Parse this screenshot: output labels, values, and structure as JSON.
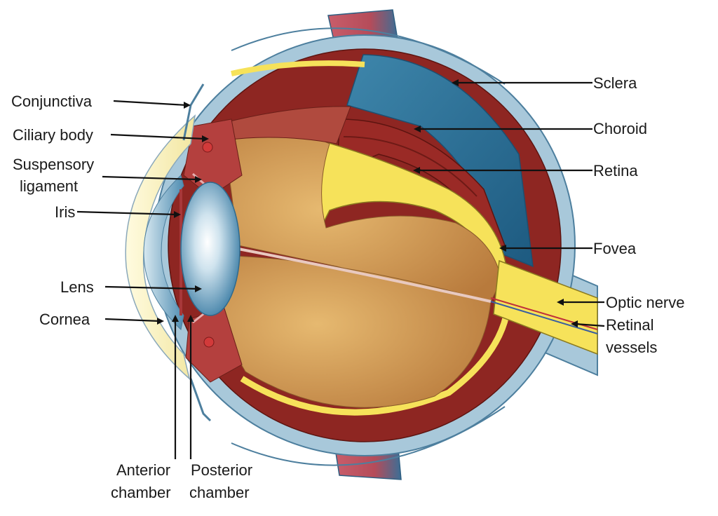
{
  "diagram": {
    "labels": {
      "conjunctiva": "Conjunctiva",
      "ciliary_body": "Ciliary body",
      "suspensory_line1": "Suspensory",
      "suspensory_line2": "ligament",
      "iris": "Iris",
      "lens": "Lens",
      "cornea": "Cornea",
      "anterior_line1": "Anterior",
      "anterior_line2": "chamber",
      "posterior_line1": "Posterior",
      "posterior_line2": "chamber",
      "sclera": "Sclera",
      "choroid": "Choroid",
      "retina": "Retina",
      "fovea": "Fovea",
      "optic_nerve": "Optic nerve",
      "retinal_line1": "Retinal",
      "retinal_line2": "vessels"
    },
    "colors": {
      "sclera": "#a8c8da",
      "sclera_edge": "#4d7f9e",
      "choroid": "#8e2622",
      "retina": "#f6e25a",
      "vitreous": "#d9a867",
      "lens": "#7eb2cc",
      "cornea": "#fdf6c8",
      "muscle_red": "#c0505a",
      "muscle_blue": "#3a6c94"
    }
  }
}
